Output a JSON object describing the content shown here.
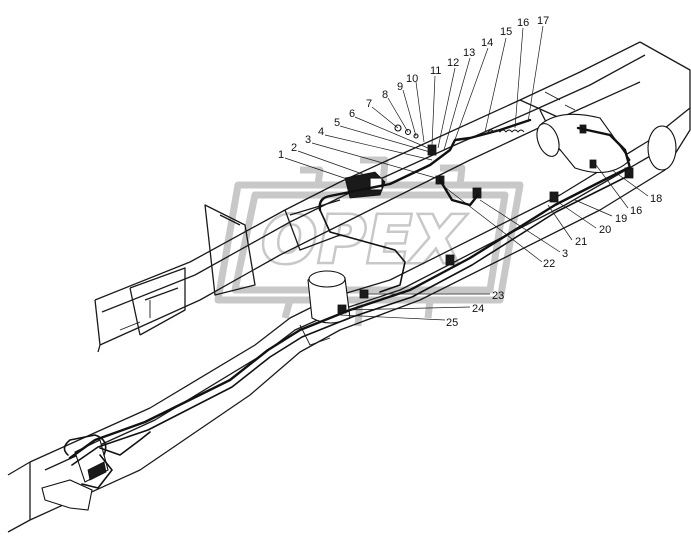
{
  "diagram": {
    "watermark_text": "OPEX",
    "callouts": [
      {
        "id": "c1",
        "label": "1"
      },
      {
        "id": "c2",
        "label": "2"
      },
      {
        "id": "c3a",
        "label": "3"
      },
      {
        "id": "c4",
        "label": "4"
      },
      {
        "id": "c5",
        "label": "5"
      },
      {
        "id": "c6",
        "label": "6"
      },
      {
        "id": "c7",
        "label": "7"
      },
      {
        "id": "c8",
        "label": "8"
      },
      {
        "id": "c9",
        "label": "9"
      },
      {
        "id": "c10",
        "label": "10"
      },
      {
        "id": "c11",
        "label": "11"
      },
      {
        "id": "c12",
        "label": "12"
      },
      {
        "id": "c13",
        "label": "13"
      },
      {
        "id": "c14",
        "label": "14"
      },
      {
        "id": "c15",
        "label": "15"
      },
      {
        "id": "c16a",
        "label": "16"
      },
      {
        "id": "c17",
        "label": "17"
      },
      {
        "id": "c18",
        "label": "18"
      },
      {
        "id": "c16b",
        "label": "16"
      },
      {
        "id": "c19",
        "label": "19"
      },
      {
        "id": "c20",
        "label": "20"
      },
      {
        "id": "c21",
        "label": "21"
      },
      {
        "id": "c3b",
        "label": "3"
      },
      {
        "id": "c22",
        "label": "22"
      },
      {
        "id": "c23",
        "label": "23"
      },
      {
        "id": "c24",
        "label": "24"
      },
      {
        "id": "c25",
        "label": "25"
      }
    ]
  }
}
